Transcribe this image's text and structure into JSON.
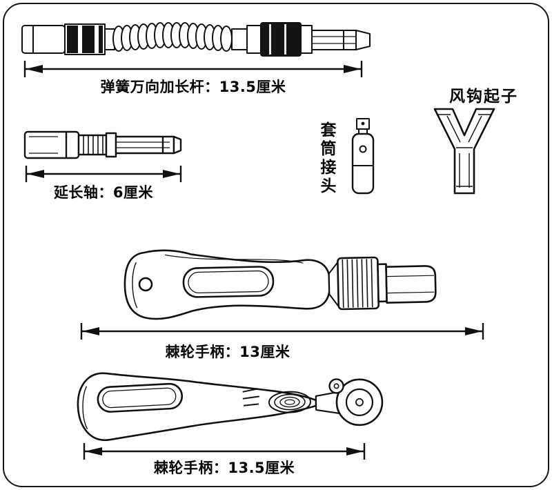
{
  "colors": {
    "ink": "#111111",
    "background": "#ffffff"
  },
  "labels": {
    "spring_rod": "弹簧万向加长杆：13.5厘米",
    "extension_shaft": "延长轴：6厘米",
    "socket_adapter": "套筒接头",
    "hook_driver": "风钩起子",
    "ratchet_handle_large": "棘轮手柄：13厘米",
    "ratchet_handle_small": "棘轮手柄：13.5厘米"
  }
}
